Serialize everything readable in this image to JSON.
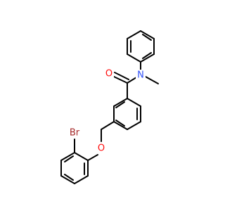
{
  "molecule": {
    "atoms": {
      "oxygen_carbonyl": {
        "symbol": "O",
        "color": "#ff0d0d"
      },
      "nitrogen": {
        "symbol": "N",
        "color": "#3050f8"
      },
      "oxygen_ether": {
        "symbol": "O",
        "color": "#ff0d0d"
      },
      "bromine": {
        "symbol": "Br",
        "color": "#a62929"
      }
    },
    "bond_color": "#000000"
  }
}
